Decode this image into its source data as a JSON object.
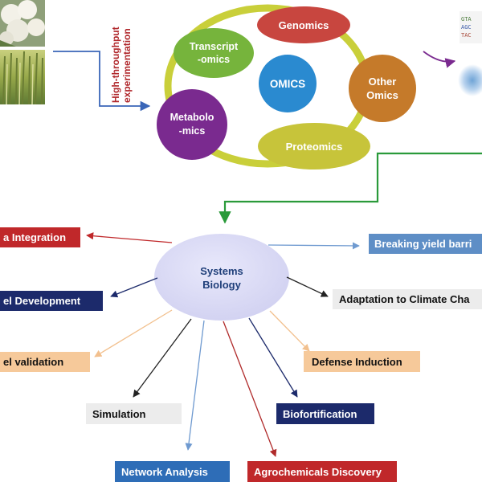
{
  "vertical_label": {
    "line1": "High-throughput",
    "line2": "experimentation"
  },
  "omics_ring": {
    "center": "OMICS",
    "genomics": "Genomics",
    "transcriptomics": {
      "line1": "Transcript",
      "line2": "-omics"
    },
    "metabolomics": {
      "line1": "Metabolo",
      "line2": "-mics"
    },
    "proteomics": "Proteomics",
    "other_omics": {
      "line1": "Other",
      "line2": "Omics"
    }
  },
  "hub": {
    "line1": "Systems",
    "line2": "Biology"
  },
  "outputs": {
    "data_integration": "a Integration",
    "model_development": "el Development",
    "model_validation": "el validation",
    "simulation": "Simulation",
    "network_analysis": "Network Analysis",
    "agrochemicals_discovery": "Agrochemicals Discovery",
    "biofortification": "Biofortification",
    "defense_induction": "Defense Induction",
    "adaptation_climate": "Adaptation to Climate Cha",
    "breaking_yield": "Breaking yield barri"
  },
  "colors": {
    "ring": "#c9cf3a",
    "genomics": "#c8463f",
    "transcriptomics": "#76b43c",
    "metabolomics": "#7a2a8f",
    "proteomics": "#c7c43a",
    "other_omics": "#c57a2a",
    "center": "#2a8ad0",
    "hub": "#d8d8f4",
    "red_box": "#c0282a",
    "navy_box": "#1c2a6b",
    "peach_box": "#f6c99a",
    "grey_box": "#ececec",
    "blue_box": "#2e6db7",
    "steel_box": "#5e8ec6",
    "green_arrow": "#2a9a3a"
  }
}
